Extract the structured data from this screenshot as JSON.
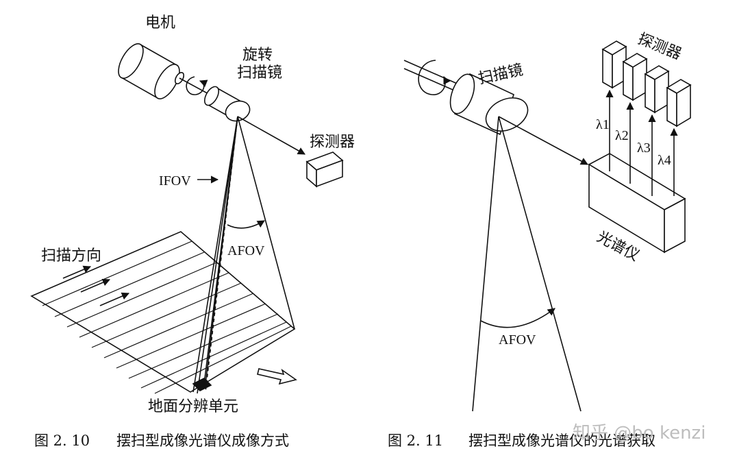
{
  "figures": [
    {
      "labels": {
        "motor": "电机",
        "mirror_l1": "旋转",
        "mirror_l2": "扫描镜",
        "detector": "探测器",
        "ifov": "IFOV",
        "afov": "AFOV",
        "scan_dir": "扫描方向",
        "ground_cell": "地面分辨单元"
      },
      "caption": {
        "number": "图 2. 10",
        "text": "摆扫型成像光谱仪成像方式"
      }
    },
    {
      "labels": {
        "mirror": "扫描镜",
        "detectors": "探测器",
        "spectrometer": "光谱仪",
        "afov": "AFOV",
        "lambda": [
          "λ1",
          "λ2",
          "λ3",
          "λ4"
        ]
      },
      "caption": {
        "number": "图 2. 11",
        "text": "摆扫型成像光谱仪的光谱获取"
      }
    }
  ],
  "watermark": "知乎 @bo kenzi"
}
